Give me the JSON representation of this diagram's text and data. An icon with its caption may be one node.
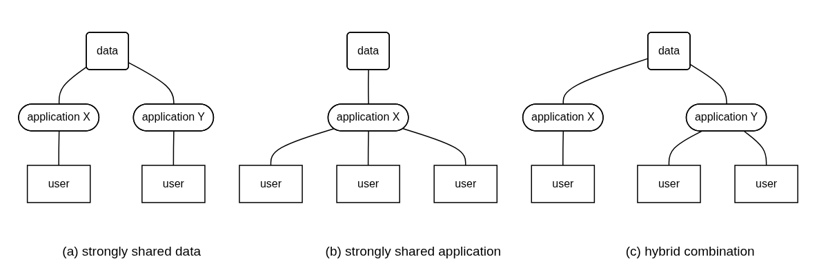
{
  "diagram": {
    "nodes": [
      {
        "text": [
          "data"
        ]
      },
      {
        "text": [
          "application X"
        ]
      },
      {
        "text": [
          "application Y"
        ]
      },
      {
        "text": [
          "user"
        ]
      },
      {
        "text": [
          "user"
        ]
      },
      {
        "text": [
          "data"
        ]
      },
      {
        "text": [
          "application X"
        ]
      },
      {
        "text": [
          "user"
        ]
      },
      {
        "text": [
          "user"
        ]
      },
      {
        "text": [
          "user"
        ]
      },
      {
        "text": [
          "data"
        ]
      },
      {
        "text": [
          "application X"
        ]
      },
      {
        "text": [
          "application Y"
        ]
      },
      {
        "text": [
          "user"
        ]
      },
      {
        "text": [
          "user"
        ]
      },
      {
        "text": [
          "user"
        ]
      }
    ],
    "edges": [
      {
        "from": 0,
        "to": 1,
        "arrow": "none"
      },
      {
        "from": 0,
        "to": 2,
        "arrow": "none"
      },
      {
        "from": 1,
        "to": 3,
        "arrow": "none"
      },
      {
        "from": 2,
        "to": 4,
        "arrow": "none"
      },
      {
        "from": 5,
        "to": 6,
        "arrow": "none"
      },
      {
        "from": 6,
        "to": 7,
        "arrow": "none"
      },
      {
        "from": 6,
        "to": 8,
        "arrow": "none"
      },
      {
        "from": 6,
        "to": 9,
        "arrow": "none"
      },
      {
        "from": 10,
        "to": 11,
        "arrow": "none"
      },
      {
        "from": 10,
        "to": 12,
        "arrow": "none"
      },
      {
        "from": 11,
        "to": 13,
        "arrow": "none"
      },
      {
        "from": 12,
        "to": 14,
        "arrow": "none"
      },
      {
        "from": 12,
        "to": 15,
        "arrow": "none"
      }
    ],
    "labels": [
      "(a) strongly shared data",
      "(b) strongly shared application",
      "(c) hybrid combination"
    ]
  }
}
